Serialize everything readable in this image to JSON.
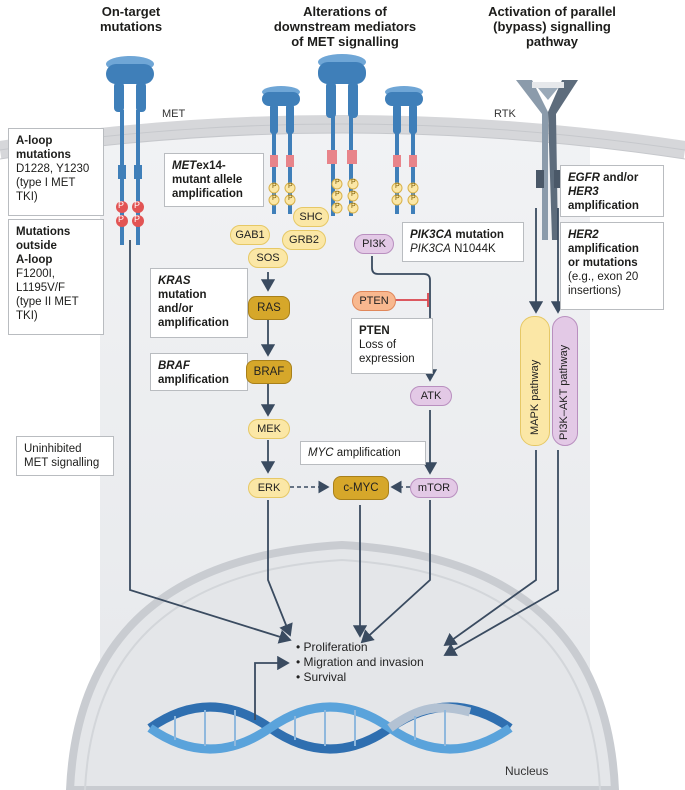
{
  "headers": {
    "on_target": [
      "On-target",
      "mutations"
    ],
    "downstream": [
      "Alterations of",
      "downstream mediators",
      "of MET signalling"
    ],
    "bypass": [
      "Activation of parallel",
      "(bypass) signalling",
      "pathway"
    ]
  },
  "receptor_labels": {
    "met": "MET",
    "rtk": "RTK"
  },
  "boxes": {
    "aloop": {
      "title": [
        "A-loop",
        "mutations"
      ],
      "body": [
        "D1228, Y1230",
        "(type I MET",
        "TKI)"
      ]
    },
    "outside": {
      "title": [
        "Mutations",
        "outside",
        "A-loop"
      ],
      "body": [
        "F1200I,",
        "L1195V/F",
        "(type II MET",
        "TKI)"
      ]
    },
    "metex14": {
      "title_italic": "MET",
      "title_rest": "ex14-",
      "lines": [
        "mutant allele",
        "amplification"
      ]
    },
    "kras": {
      "italic": "KRAS",
      "lines": [
        "mutation",
        "and/or",
        "amplification"
      ]
    },
    "braf": {
      "italic": "BRAF",
      "rest": "amplification"
    },
    "pik3ca": {
      "italic": "PIK3CA",
      "rest": " mutation",
      "line2_italic": "PIK3CA",
      "line2_rest": " N1044K"
    },
    "pten": {
      "title": "PTEN",
      "lines": [
        "Loss of",
        "expression"
      ]
    },
    "myc": {
      "italic": "MYC",
      "rest": " amplification"
    },
    "egfr": {
      "italic1": "EGFR",
      "mid": " and/or",
      "italic2": "HER3",
      "rest": "amplification"
    },
    "her2": {
      "italic": "HER2",
      "lines": [
        "amplification",
        "or mutations"
      ],
      "note": [
        "(e.g., exon 20",
        "insertions)"
      ]
    },
    "uninhibited": [
      "Uninhibited",
      "MET signalling"
    ]
  },
  "molecules": {
    "shc": "SHC",
    "gab1": "GAB1",
    "grb2": "GRB2",
    "sos": "SOS",
    "ras": "RAS",
    "braf": "BRAF",
    "mek": "MEK",
    "erk": "ERK",
    "cmyc": "c-MYC",
    "pi3k": "PI3K",
    "pten": "PTEN",
    "atk": "ATK",
    "mtor": "mTOR"
  },
  "phospho": "P",
  "pathways": {
    "mapk": "MAPK pathway",
    "pi3k_akt": "PI3K–AKT pathway"
  },
  "outcomes": [
    "Proliferation",
    "Migration and invasion",
    "Survival"
  ],
  "nucleus": "Nucleus",
  "colors": {
    "membrane": "#d9dadc",
    "receptor": "#3f7fb9",
    "receptor_light": "#6fa6d6",
    "rtk": "#7f8f9f",
    "phos": "#e25454",
    "yellow": "#fbe7a6",
    "gold": "#d6a72a",
    "purple": "#e3c9e6",
    "arrow": "#3a4b60",
    "inhibit": "#d9434b"
  }
}
